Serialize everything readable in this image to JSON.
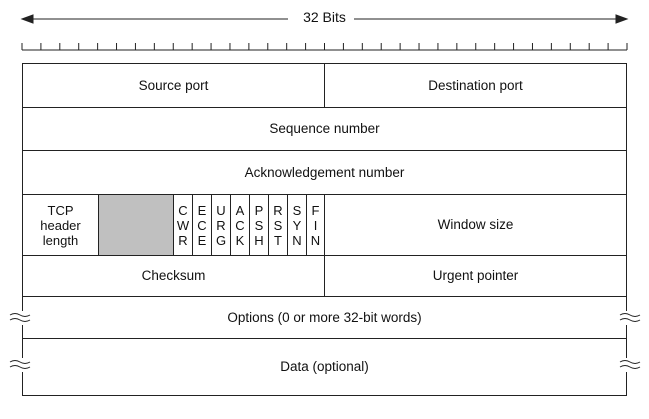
{
  "ruler": {
    "label": "32 Bits",
    "bit_count": 32
  },
  "fields": {
    "source_port": "Source port",
    "destination_port": "Destination port",
    "sequence_number": "Sequence number",
    "acknowledgement_number": "Acknowledgement number",
    "header_length": [
      "TCP",
      "header",
      "length"
    ],
    "flags": [
      [
        "C",
        "W",
        "R"
      ],
      [
        "E",
        "C",
        "E"
      ],
      [
        "U",
        "R",
        "G"
      ],
      [
        "A",
        "C",
        "K"
      ],
      [
        "P",
        "S",
        "H"
      ],
      [
        "R",
        "S",
        "T"
      ],
      [
        "S",
        "Y",
        "N"
      ],
      [
        "F",
        "I",
        "N"
      ]
    ],
    "window_size": "Window size",
    "checksum": "Checksum",
    "urgent_pointer": "Urgent pointer",
    "options": "Options (0 or more 32-bit words)",
    "data": "Data (optional)"
  },
  "colors": {
    "line": "#222222",
    "reserved_fill": "#c0c0c0"
  }
}
